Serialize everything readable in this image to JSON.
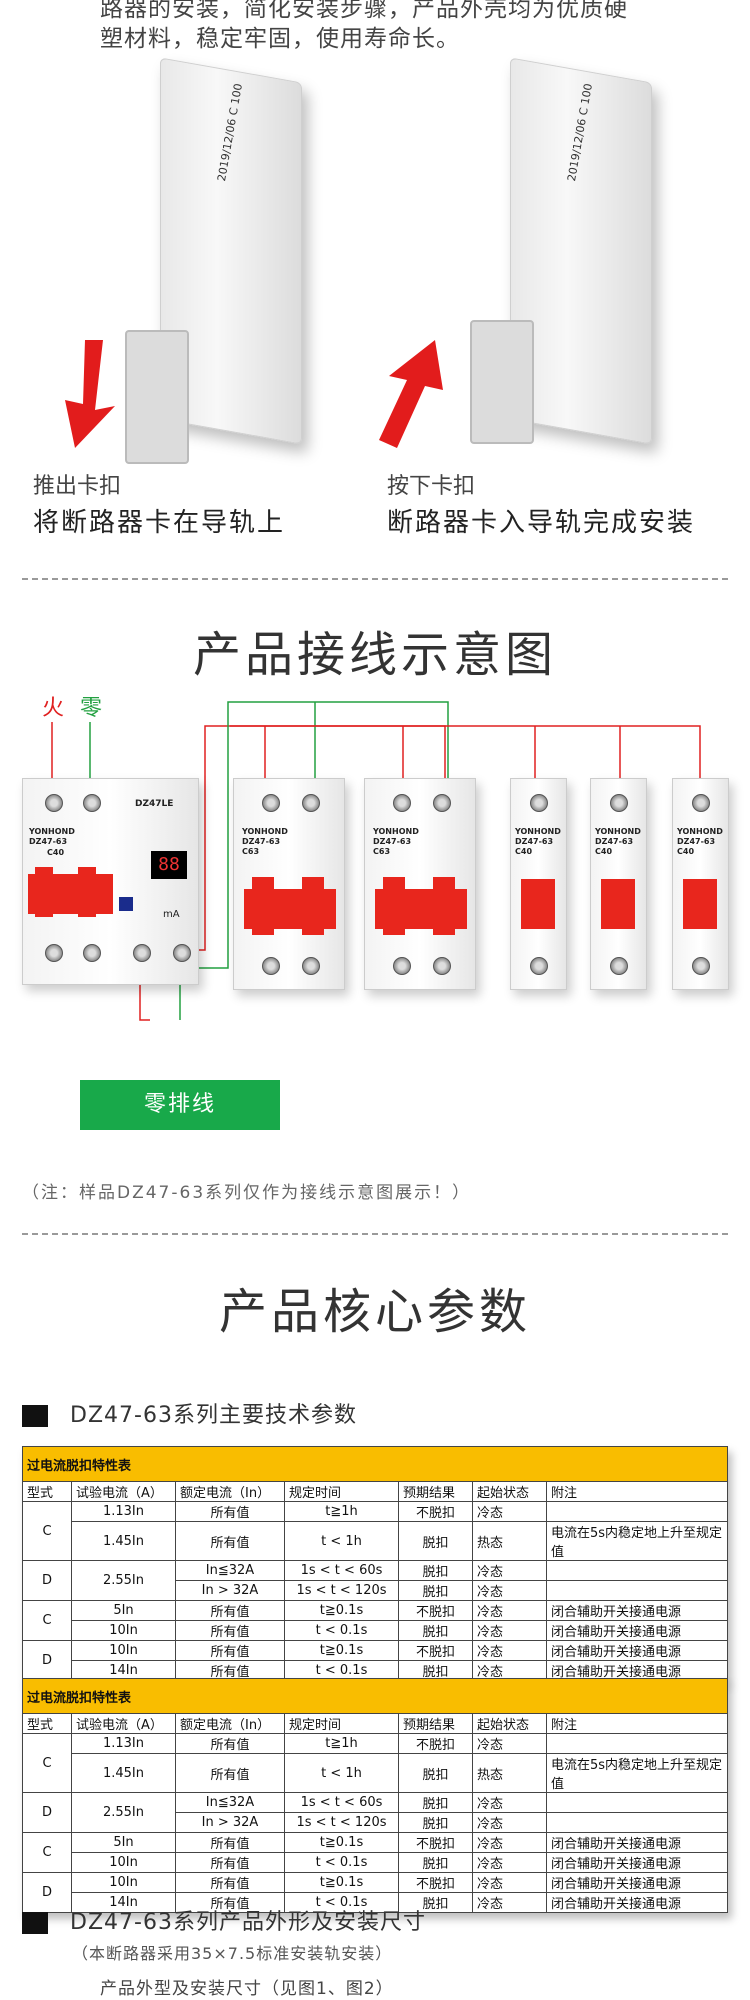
{
  "intro": {
    "line1": "路器的安装，简化安装步骤，产品外壳均为优质硬",
    "line2": "塑材料，稳定牢固，使用寿命长。"
  },
  "photos": {
    "left_print": "2019/12/06  C 100",
    "right_print": "2019/12/06  C 100"
  },
  "steps": [
    {
      "small": "推出卡扣",
      "big": "将断路器卡在导轨上"
    },
    {
      "small": "按下卡扣",
      "big": "断路器卡入导轨完成安装"
    }
  ],
  "wiring": {
    "title": "产品接线示意图",
    "fire_label": "火",
    "zero_label": "零",
    "neutral_bar_label": "零排线",
    "note": "（注：样品DZ47-63系列仅作为接线示意图展示！）",
    "rcbo": {
      "brand": "YONHOND",
      "model": "DZ47-63",
      "rating": "C40",
      "tag": "DZ47LE",
      "display": "88",
      "unit": "mA"
    },
    "breakers": [
      {
        "brand": "YONHOND",
        "model": "DZ47-63",
        "rating": "C63"
      },
      {
        "brand": "YONHOND",
        "model": "DZ47-63",
        "rating": "C63"
      },
      {
        "brand": "YONHOND",
        "model": "DZ47-63",
        "rating": "C40"
      },
      {
        "brand": "YONHOND",
        "model": "DZ47-63",
        "rating": "C40"
      },
      {
        "brand": "YONHOND",
        "model": "DZ47-63",
        "rating": "C40"
      }
    ],
    "colors": {
      "fire": "#e02020",
      "zero": "#22a040"
    }
  },
  "params": {
    "title": "产品核心参数",
    "section1": "DZ47-63系列主要技术参数",
    "section2": "DZ47-63系列产品外形及安装尺寸",
    "section2_sub": "（本断路器采用35×7.5标准安装轨安装）",
    "section2_sub2": "产品外型及安装尺寸（见图1、图2）"
  },
  "table": {
    "caption": "过电流脱扣特性表",
    "headers": [
      "型式",
      "试验电流（A）",
      "额定电流（In）",
      "规定时间",
      "预期结果",
      "起始状态",
      "附注"
    ],
    "rows": [
      [
        "C",
        "1.13In",
        "所有值",
        "t≧1h",
        "不脱扣",
        "冷态",
        ""
      ],
      [
        "",
        "1.45In",
        "所有值",
        "t < 1h",
        "脱扣",
        "热态",
        "电流在5s内稳定地上升至规定值"
      ],
      [
        "D",
        "2.55In",
        "In≦32A",
        "1s < t < 60s",
        "脱扣",
        "冷态",
        ""
      ],
      [
        "",
        "",
        "In > 32A",
        "1s < t < 120s",
        "脱扣",
        "冷态",
        ""
      ],
      [
        "C",
        "5In",
        "所有值",
        "t≧0.1s",
        "不脱扣",
        "冷态",
        "闭合辅助开关接通电源"
      ],
      [
        "",
        "10In",
        "所有值",
        "t < 0.1s",
        "脱扣",
        "冷态",
        "闭合辅助开关接通电源"
      ],
      [
        "D",
        "10In",
        "所有值",
        "t≧0.1s",
        "不脱扣",
        "冷态",
        "闭合辅助开关接通电源"
      ],
      [
        "",
        "14In",
        "所有值",
        "t < 0.1s",
        "脱扣",
        "冷态",
        "闭合辅助开关接通电源"
      ]
    ]
  }
}
